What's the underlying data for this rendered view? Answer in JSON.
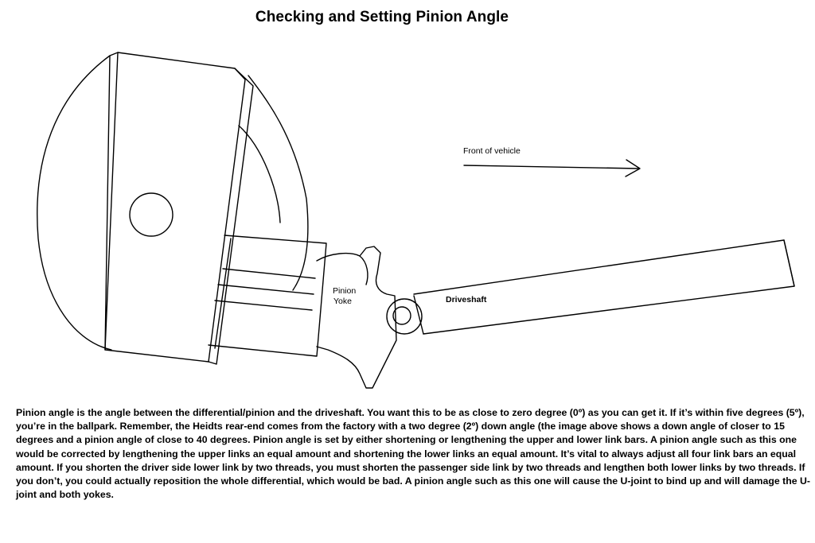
{
  "title": "Checking and Setting Pinion Angle",
  "diagram": {
    "labels": {
      "front_of_vehicle": "Front of vehicle",
      "pinion_line1": "Pinion",
      "pinion_line2": "Yoke",
      "driveshaft": "Driveshaft"
    },
    "colors": {
      "stroke": "#000000",
      "background": "#ffffff"
    }
  },
  "description": "Pinion angle is the angle between the differential/pinion and the driveshaft. You want this to be as close to zero degree (0º) as you can get it. If it’s within five degrees (5º), you’re in the ballpark. Remember, the Heidts rear-end comes from the factory with a two degree (2º) down angle (the image above shows a down angle of closer to 15 degrees and a pinion angle of close to 40 degrees. Pinion angle is set by either shortening or lengthening the upper and lower link bars. A pinion angle such as this one would be corrected by lengthening the upper links an equal amount and shortening the lower links an equal amount. It’s vital to always adjust all four link bars an equal amount. If you shorten the driver side lower link by two threads, you must shorten the passenger side link by two threads and lengthen both lower links by two threads. If you don’t, you could actually reposition the whole differential, which would be bad. A pinion angle such as this one will cause the U-joint to bind up and will damage the U-joint and both yokes."
}
